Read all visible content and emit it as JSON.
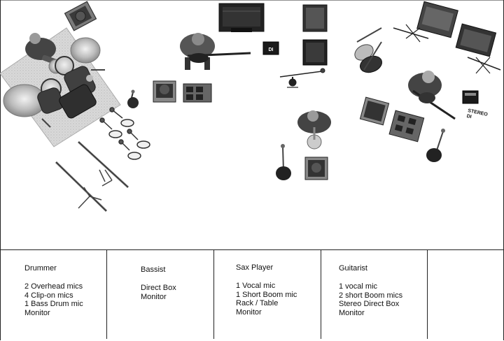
{
  "stage": {
    "di_label": "DI",
    "stereo_di_label": "STEREO\nDI"
  },
  "columns": [
    {
      "title": "Drummer",
      "items": [
        "2 Overhead mics",
        "4 Clip-on mics",
        "1 Bass Drum mic",
        "Monitor"
      ]
    },
    {
      "title": "Bassist",
      "items": [
        "Direct Box",
        "Monitor"
      ]
    },
    {
      "title": "Sax Player",
      "items": [
        "1 Vocal mic",
        "1 Short Boom mic",
        "Rack / Table",
        "Monitor"
      ]
    },
    {
      "title": "Guitarist",
      "items": [
        "1 vocal mic",
        "2 short Boom mics",
        "Stereo Direct Box",
        "Monitor"
      ]
    },
    {
      "title": "",
      "items": []
    }
  ]
}
